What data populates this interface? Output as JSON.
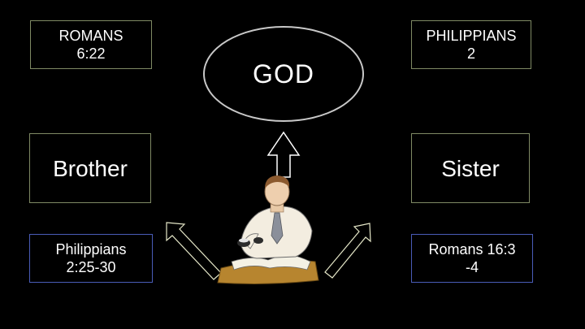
{
  "boxes": {
    "romans_6_22": "ROMANS\n6:22",
    "philippians_2": "PHILIPPIANS\n2",
    "brother": "Brother",
    "sister": "Sister",
    "philippians_2_25": "Philippians\n2:25-30",
    "romans_16_3": "Romans 16:3\n-4"
  },
  "oval": {
    "god": "GOD"
  },
  "arrows": [
    {
      "name": "up-arrow",
      "direction": "up",
      "color": "#ffffff"
    },
    {
      "name": "diagonal-left-arrow",
      "direction": "up-left",
      "color": "#e5e7c8"
    },
    {
      "name": "diagonal-right-arrow",
      "direction": "up-right",
      "color": "#e5e7c8"
    }
  ],
  "illustration": {
    "icon": "man-reading-clipart"
  }
}
